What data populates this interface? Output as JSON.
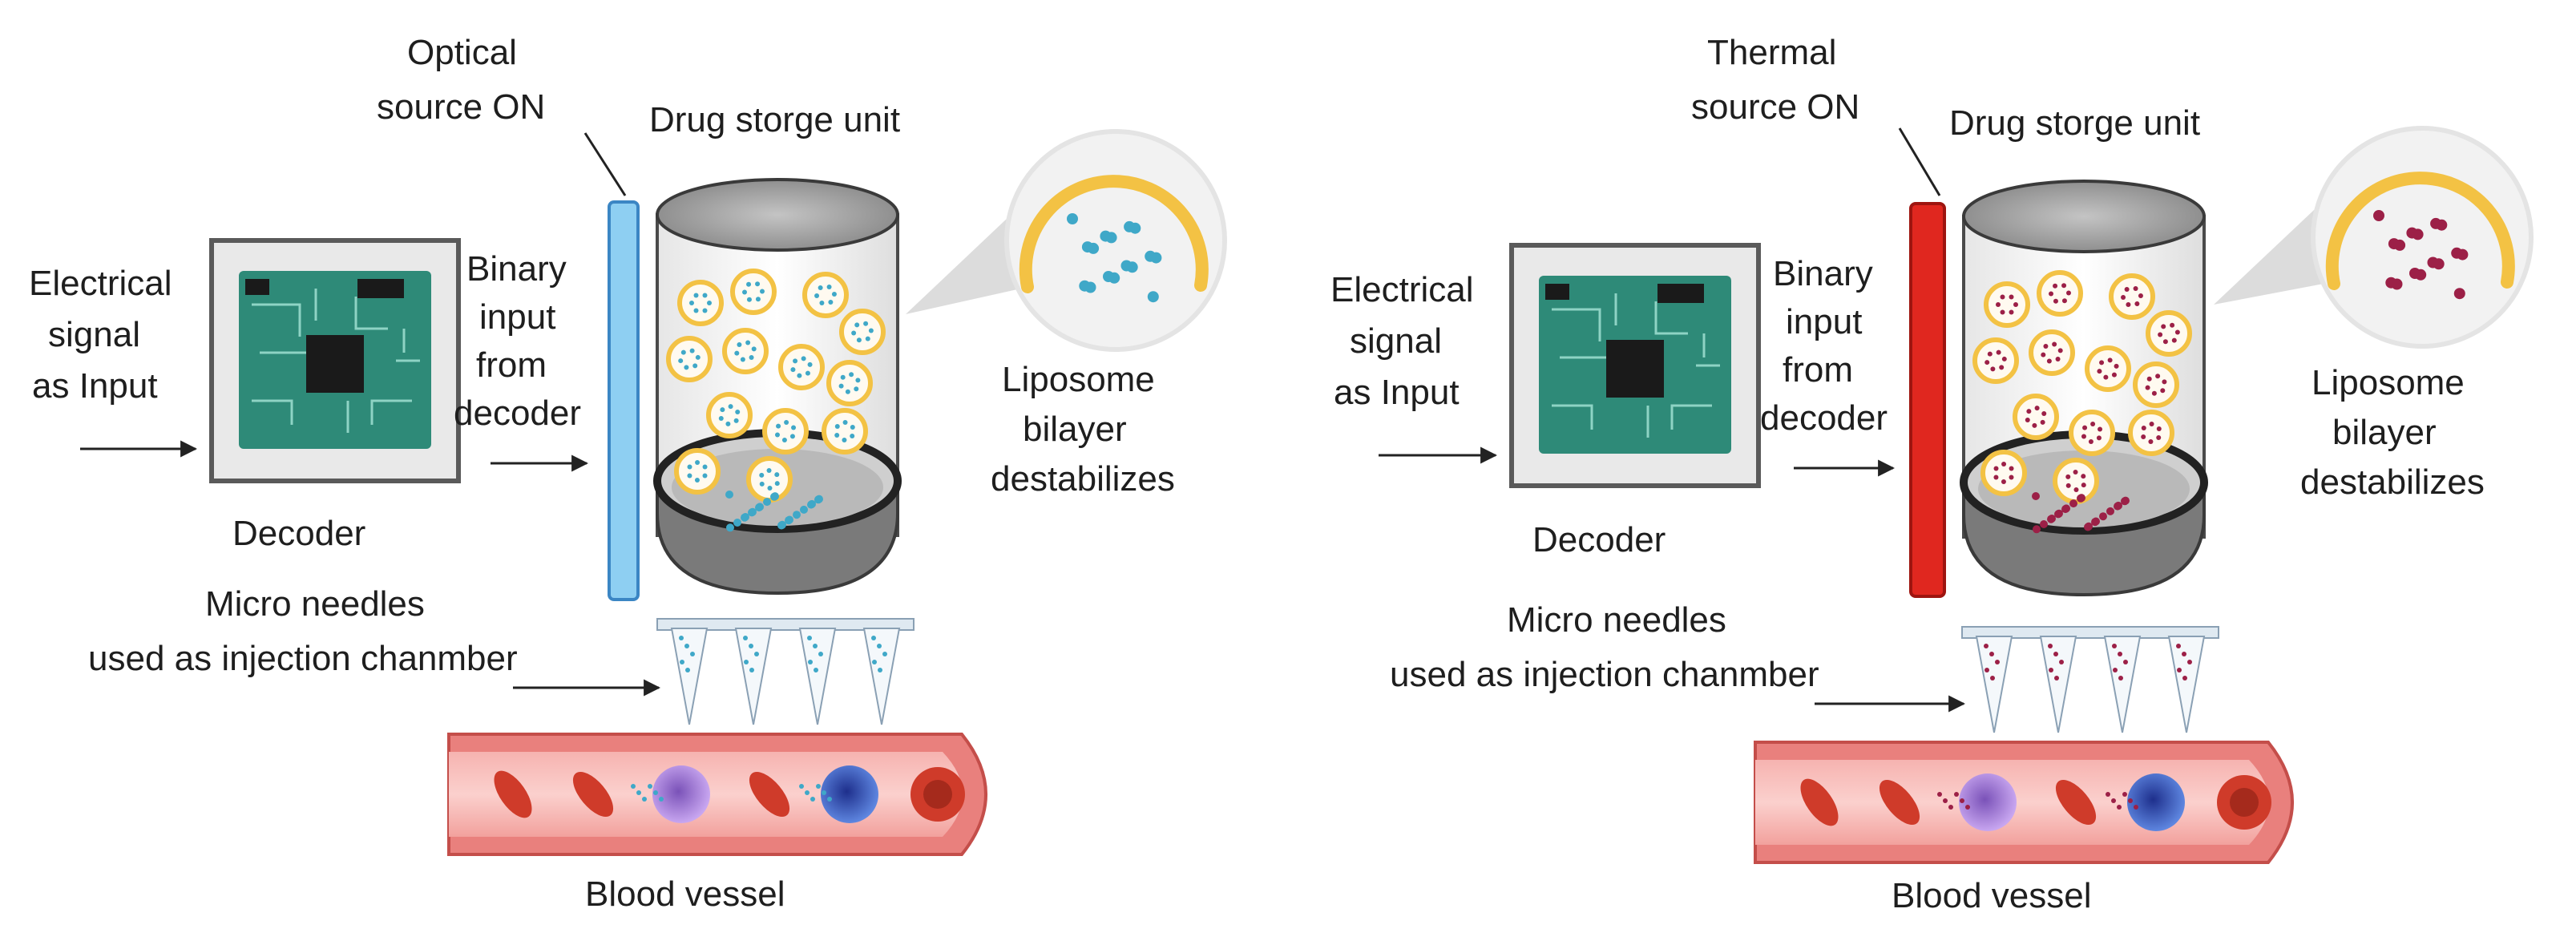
{
  "panels": [
    {
      "source_label": [
        "Optical",
        "source ON"
      ],
      "source_color": "#8ecff2",
      "source_stroke": "#3b86c4",
      "drug_color": "#3fa8c8",
      "input_label": [
        "Electrical",
        "signal",
        "as Input"
      ],
      "decoder_label": "Decoder",
      "binary_label": [
        "Binary",
        "input",
        "from",
        "decoder"
      ],
      "storage_label": "Drug storge unit",
      "liposome_label": [
        "Liposome",
        "bilayer",
        "destabilizes"
      ],
      "needles_label": [
        "Micro needles",
        "used as injection chanmber"
      ],
      "vessel_label": "Blood vessel"
    },
    {
      "source_label": [
        "Thermal",
        "source ON"
      ],
      "source_color": "#e0271f",
      "source_stroke": "#9e1510",
      "drug_color": "#9c2047",
      "input_label": [
        "Electrical",
        "signal",
        "as Input"
      ],
      "decoder_label": "Decoder",
      "binary_label": [
        "Binary",
        "input",
        "from",
        "decoder"
      ],
      "storage_label": "Drug storge unit",
      "liposome_label": [
        "Liposome",
        "bilayer",
        "destabilizes"
      ],
      "needles_label": [
        "Micro needles",
        "used as injection chanmber"
      ],
      "vessel_label": "Blood vessel"
    }
  ],
  "colors": {
    "chip_board": "#2e8a78",
    "liposome": "#f3c244",
    "vessel": "#e9807d",
    "rbc": "#cf3b2a",
    "wbc_purple": "#9a6fcf",
    "wbc_blue": "#2f4fb0",
    "cylinder_top": "#a8a8a8",
    "cylinder_base": "#777777"
  }
}
